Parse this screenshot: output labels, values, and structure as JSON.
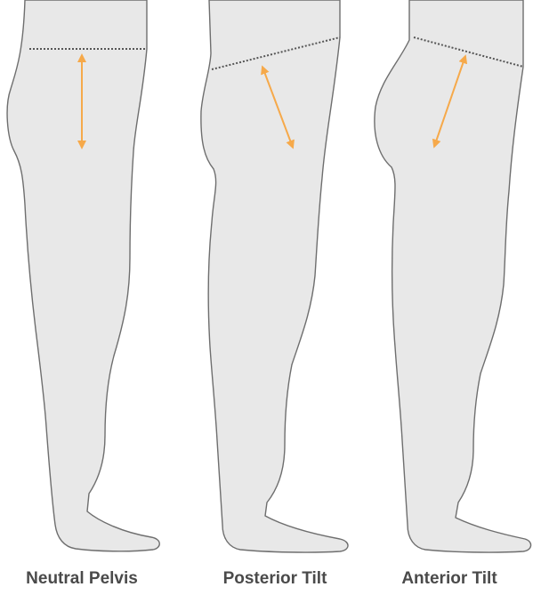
{
  "panels": [
    {
      "label": "Neutral Pelvis"
    },
    {
      "label": "Posterior Tilt"
    },
    {
      "label": "Anterior Tilt"
    }
  ],
  "colors": {
    "leg_fill": "#e8e8e8",
    "outline": "#6e6e6e",
    "arrow": "#f6a94a",
    "waistline": "#555555",
    "caption_text": "#4a4a4a"
  },
  "icons": [
    "double-headed-arrow",
    "dotted-waistline"
  ]
}
